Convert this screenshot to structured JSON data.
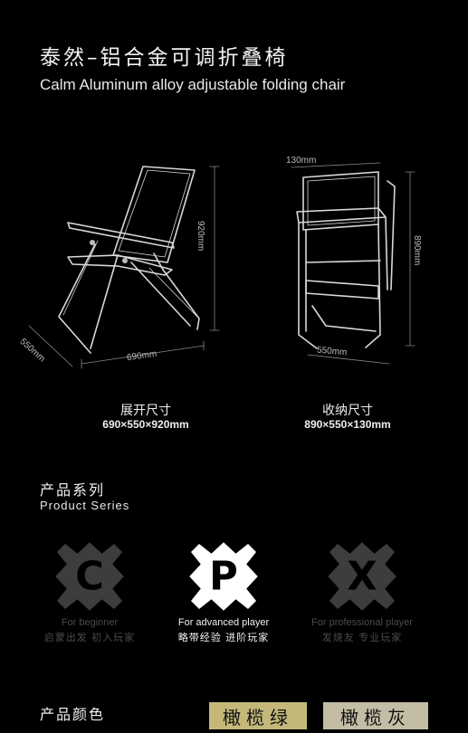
{
  "header": {
    "title_cn": "泰然–铝合金可调折叠椅",
    "title_en": "Calm Aluminum alloy adjustable folding chair"
  },
  "unfolded": {
    "caption": "展开尺寸",
    "dims": "690×550×920mm",
    "height_label": "920mm",
    "depth_label": "550mm",
    "width_label": "690mm"
  },
  "folded": {
    "caption": "收纳尺寸",
    "dims": "890×550×130mm",
    "thickness_label": "130mm",
    "height_label": "890mm",
    "width_label": "550mm"
  },
  "product_series": {
    "title_cn": "产品系列",
    "title_en": "Product  Series",
    "items": [
      {
        "letter": "C",
        "en": "For beginner",
        "cn": "启蒙出发 初入玩家",
        "icon": "series-c-icon"
      },
      {
        "letter": "P",
        "en": "For advanced player",
        "cn": "略带经验 进阶玩家",
        "icon": "series-p-icon"
      },
      {
        "letter": "X",
        "en": "For professional player",
        "cn": "发烧友 专业玩家",
        "icon": "series-x-icon"
      }
    ]
  },
  "product_colors": {
    "title_cn": "产品颜色",
    "swatches": [
      {
        "label": "橄榄绿",
        "color": "#c3b87a"
      },
      {
        "label": "橄榄灰",
        "color": "#c4bda6"
      }
    ]
  },
  "colors": {
    "background": "#000000",
    "dim_series": "#4a4a4a",
    "active_series": "#ffffff"
  }
}
